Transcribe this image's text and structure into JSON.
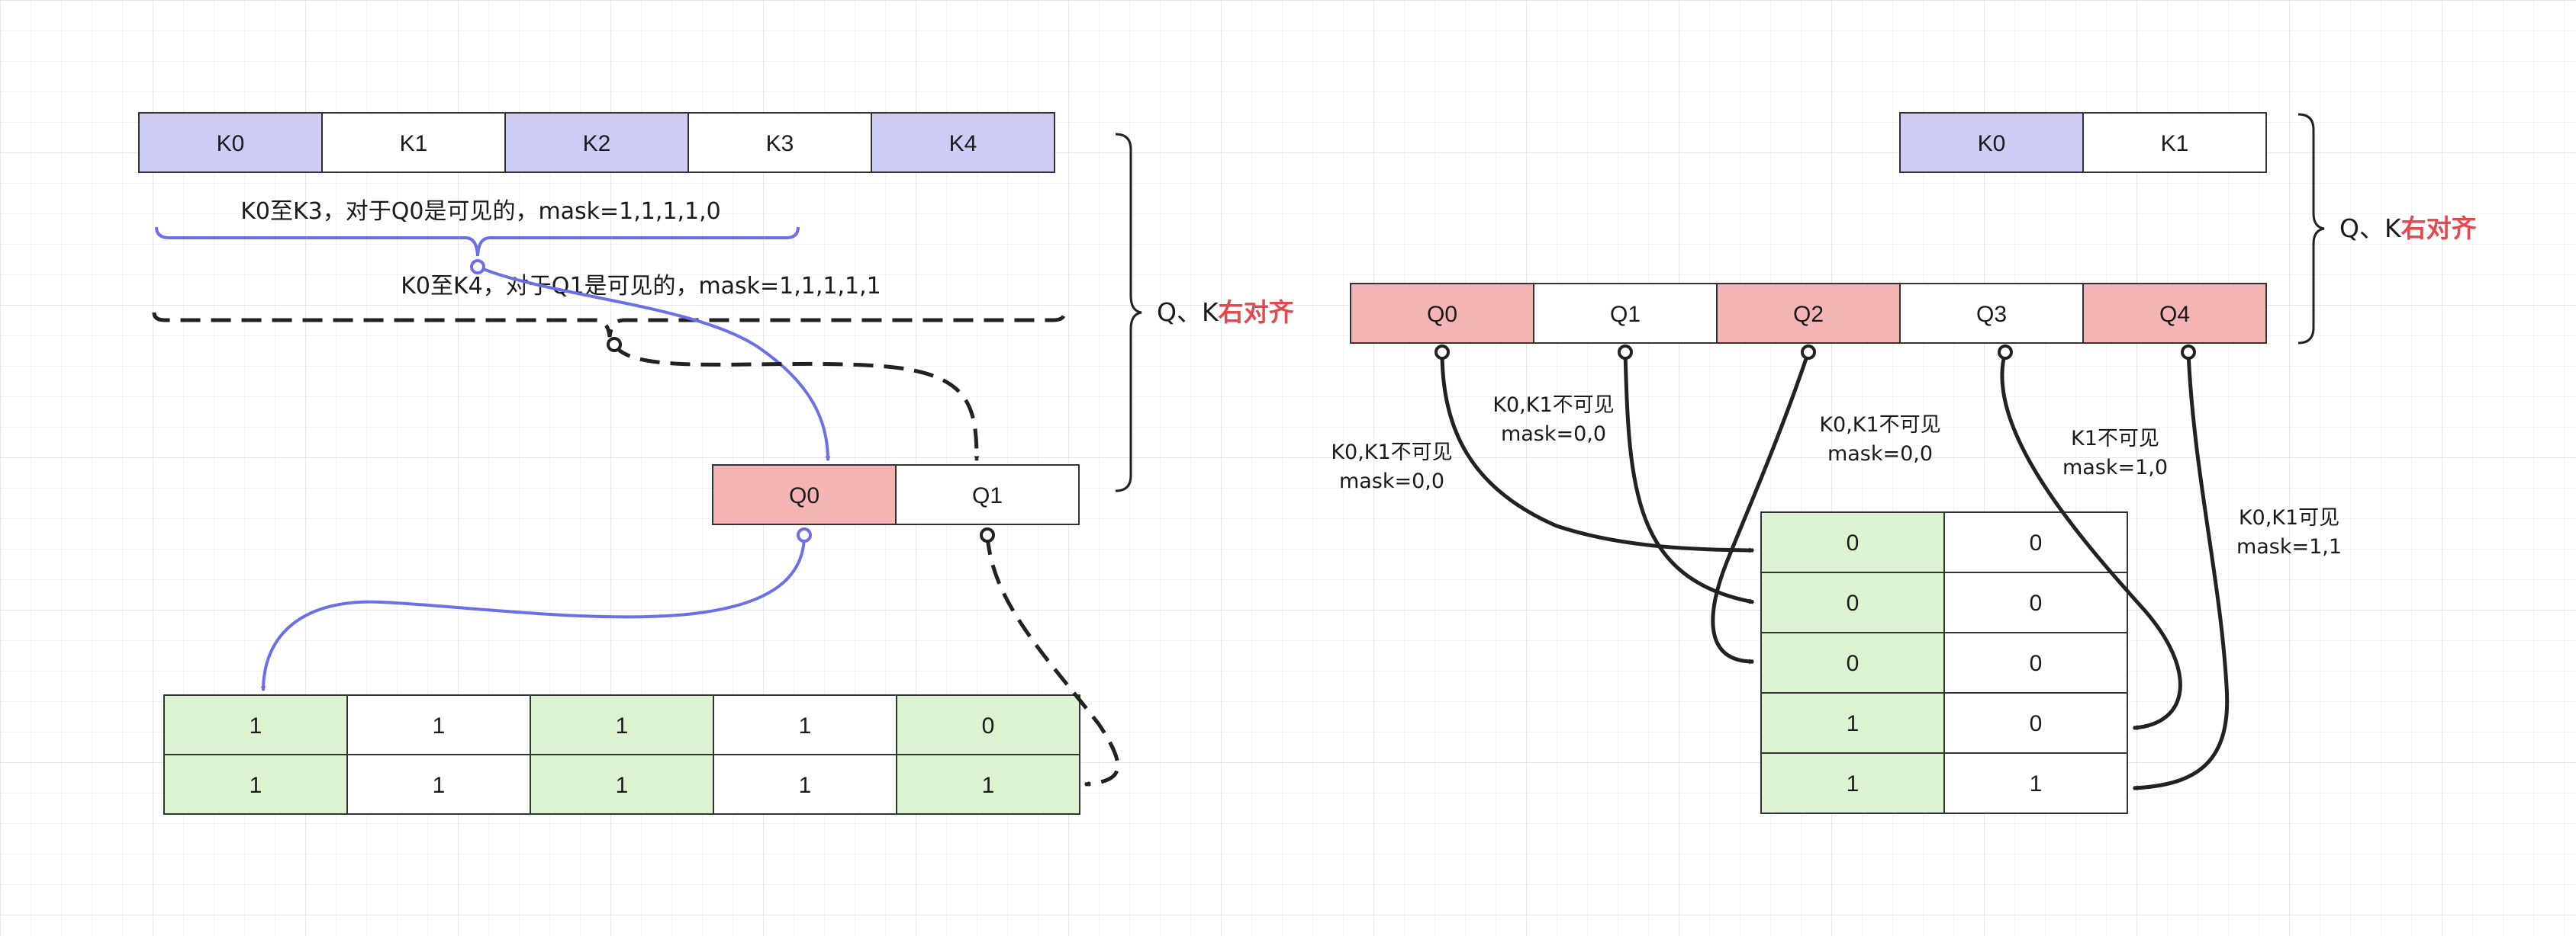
{
  "colors": {
    "key_fill": "#ccccf5",
    "query_fill": "#f4b4b4",
    "mask_fill": "#dcf3d2",
    "white_fill": "#ffffff",
    "cell_border": "#333333",
    "blue_arrow": "#6a70e6",
    "dark_arrow": "#222222",
    "accent_red": "#e5484d"
  },
  "left": {
    "keys": [
      "K0",
      "K1",
      "K2",
      "K3",
      "K4"
    ],
    "brace_q0_label": "K0至K3，对于Q0是可见的，mask=1,1,1,1,0",
    "brace_q1_label": "K0至K4，对于Q1是可见的，mask=1,1,1,1,1",
    "queries": [
      "Q0",
      "Q1"
    ],
    "side_label_prefix": "Q、K",
    "side_label_accent": "右对齐",
    "mask_rows": [
      [
        "1",
        "1",
        "1",
        "1",
        "0"
      ],
      [
        "1",
        "1",
        "1",
        "1",
        "1"
      ]
    ]
  },
  "right": {
    "keys": [
      "K0",
      "K1"
    ],
    "side_label_prefix": "Q、K",
    "side_label_accent": "右对齐",
    "queries": [
      "Q0",
      "Q1",
      "Q2",
      "Q3",
      "Q4"
    ],
    "mask_rows": [
      [
        "0",
        "0"
      ],
      [
        "0",
        "0"
      ],
      [
        "0",
        "0"
      ],
      [
        "1",
        "0"
      ],
      [
        "1",
        "1"
      ]
    ],
    "annotations": [
      [
        "K0,K1不可见",
        "mask=0,0"
      ],
      [
        "K0,K1不可见",
        "mask=0,0"
      ],
      [
        "K0,K1不可见",
        "mask=0,0"
      ],
      [
        "K1不可见",
        "mask=1,0"
      ],
      [
        "K0,K1可见",
        "mask=1,1"
      ]
    ]
  }
}
